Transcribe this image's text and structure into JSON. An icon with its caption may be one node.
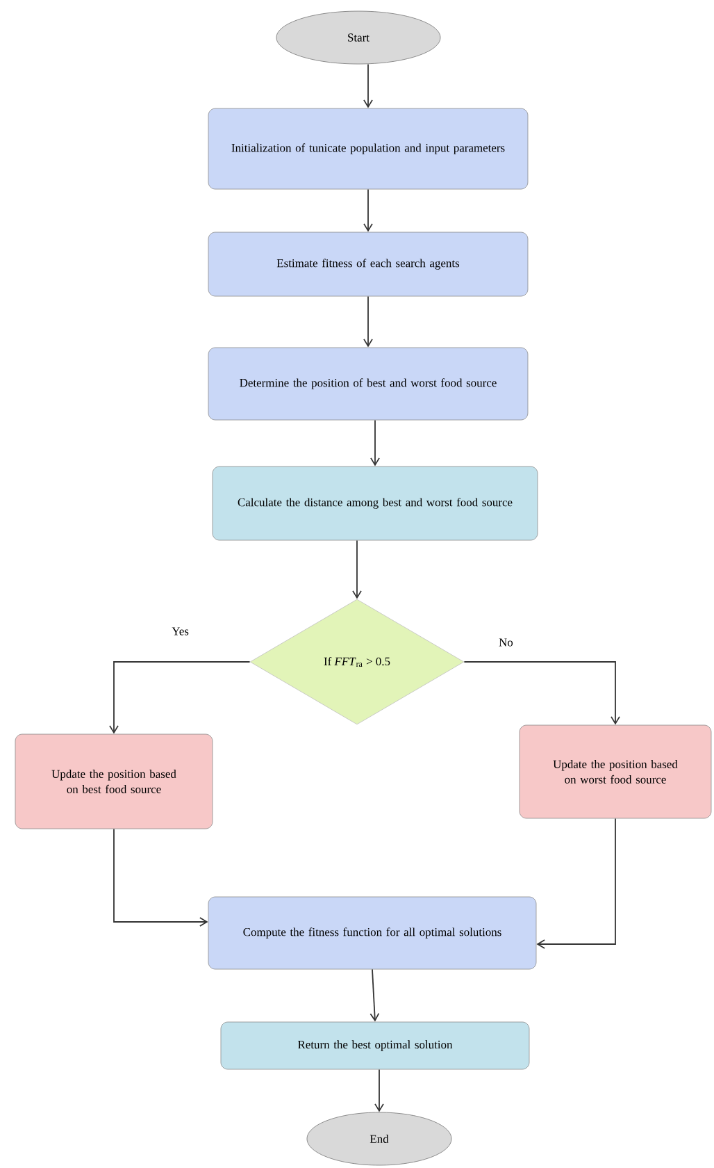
{
  "diagram": {
    "nodes": [
      {
        "text": [
          "Start"
        ]
      },
      {
        "text": [
          "Initialization of tunicate population and input parameters"
        ]
      },
      {
        "text": [
          "Estimate fitness of each search agents"
        ]
      },
      {
        "text": [
          "Determine the position of best and worst food source"
        ]
      },
      {
        "text": [
          "Calculate the distance among best and worst food source"
        ]
      },
      {
        "text": [
          "If *FFT*$_{ra}$ > 0.5"
        ]
      },
      {
        "text": [
          "Update the position based on best food source"
        ]
      },
      {
        "text": [
          "Update the position based on worst food source"
        ]
      },
      {
        "text": [
          "Compute the fitness function for all optimal solutions"
        ]
      },
      {
        "text": [
          "Return the best optimal solution"
        ]
      },
      {
        "text": [
          "End"
        ]
      }
    ],
    "edges": [
      {
        "from": 0,
        "to": 1,
        "arrow": "to"
      },
      {
        "from": 1,
        "to": 2,
        "arrow": "to"
      },
      {
        "from": 2,
        "to": 3,
        "arrow": "to"
      },
      {
        "from": 3,
        "to": 4,
        "arrow": "to"
      },
      {
        "from": 4,
        "to": 5,
        "arrow": "to"
      },
      {
        "from": 5,
        "to": 6,
        "arrow": "to",
        "label": "Yes"
      },
      {
        "from": 5,
        "to": 7,
        "arrow": "to",
        "label": "No"
      },
      {
        "from": 6,
        "to": 8,
        "arrow": "to"
      },
      {
        "from": 7,
        "to": 8,
        "arrow": "to"
      },
      {
        "from": 8,
        "to": 9,
        "arrow": "to"
      },
      {
        "from": 9,
        "to": 10,
        "arrow": "to"
      }
    ]
  }
}
